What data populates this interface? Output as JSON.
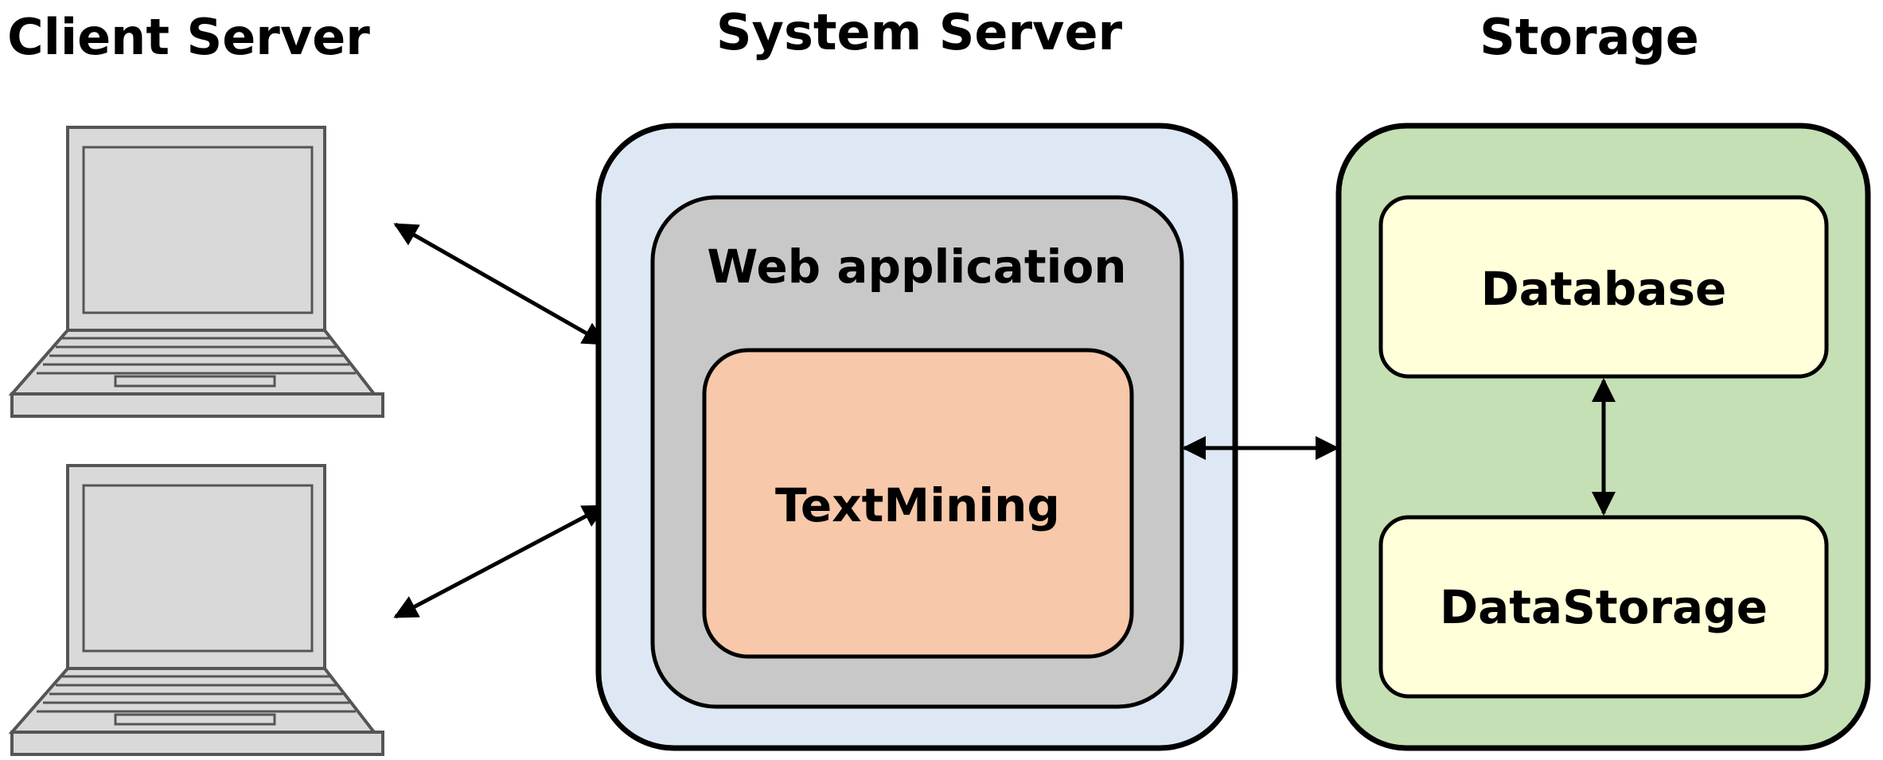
{
  "headings": {
    "client": "Client Server",
    "system": "System Server",
    "storage": "Storage"
  },
  "components": {
    "web_application": "Web application",
    "text_mining": "TextMining",
    "database": "Database",
    "data_storage": "DataStorage"
  },
  "icons": {
    "client_laptops": [
      "laptop-icon",
      "laptop-icon"
    ]
  },
  "colors": {
    "system_server_fill": "#dde8f4",
    "web_application_fill": "#c8c8c8",
    "text_mining_fill": "#f7c8a9",
    "storage_fill": "#c5e0b5",
    "storage_item_fill": "#ffffd9",
    "laptop_fill": "#d9d9d9",
    "outline": "#000000"
  }
}
